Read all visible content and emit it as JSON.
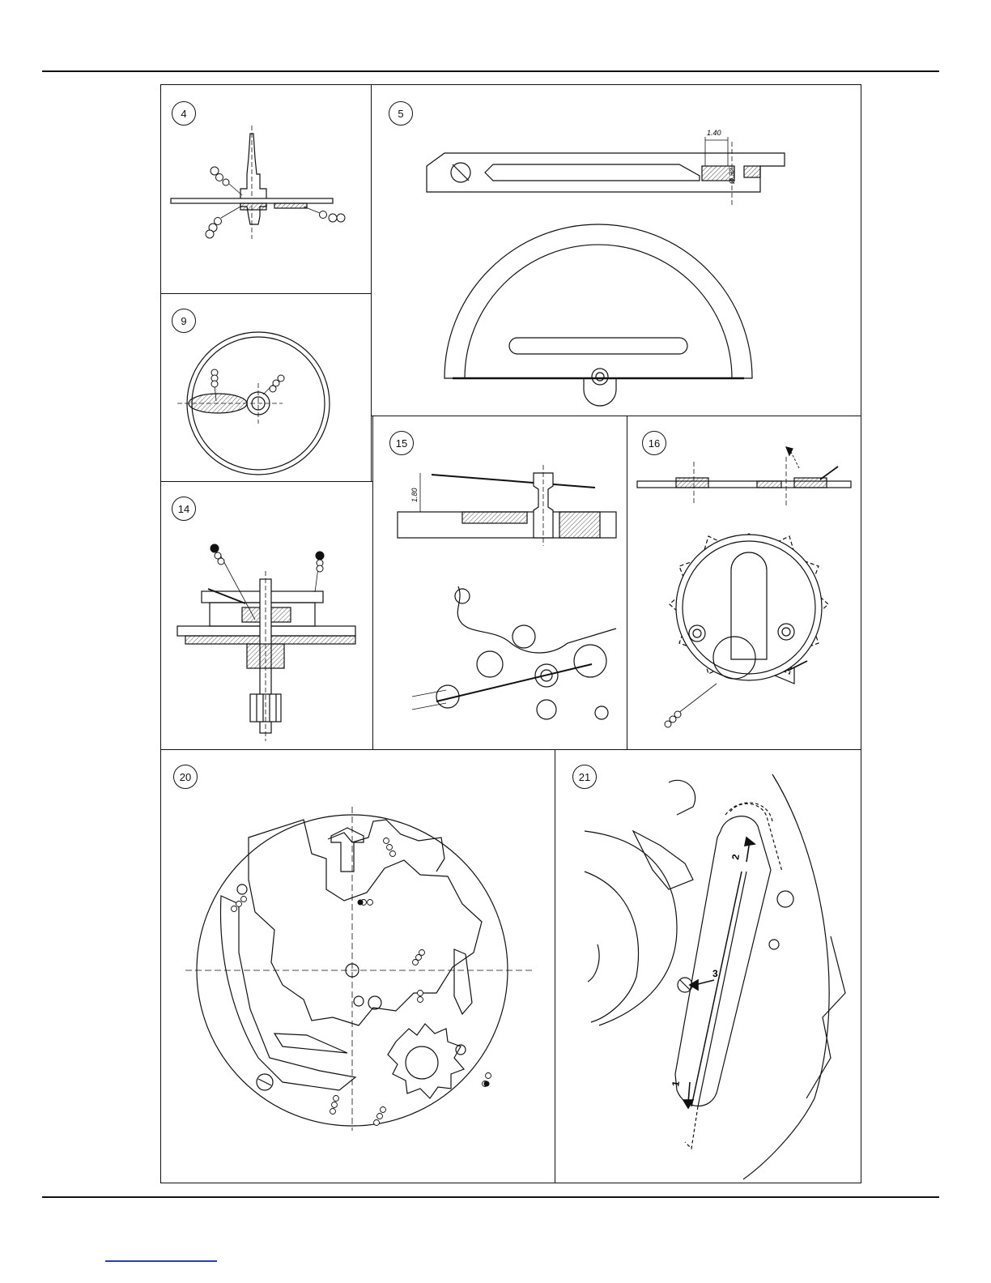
{
  "figures": [
    {
      "id": "fig-4",
      "label": "4"
    },
    {
      "id": "fig-5",
      "label": "5",
      "dimensions": [
        "1.40",
        "Ø.32"
      ]
    },
    {
      "id": "fig-9",
      "label": "9"
    },
    {
      "id": "fig-14",
      "label": "14"
    },
    {
      "id": "fig-15",
      "label": "15",
      "dimensions": [
        "1.80"
      ]
    },
    {
      "id": "fig-16",
      "label": "16"
    },
    {
      "id": "fig-20",
      "label": "20"
    },
    {
      "id": "fig-21",
      "label": "21",
      "arrows": [
        "1",
        "2",
        "3"
      ]
    }
  ],
  "colors": {
    "line": "#111111",
    "link": "#2a3fa0",
    "background": "#ffffff"
  }
}
